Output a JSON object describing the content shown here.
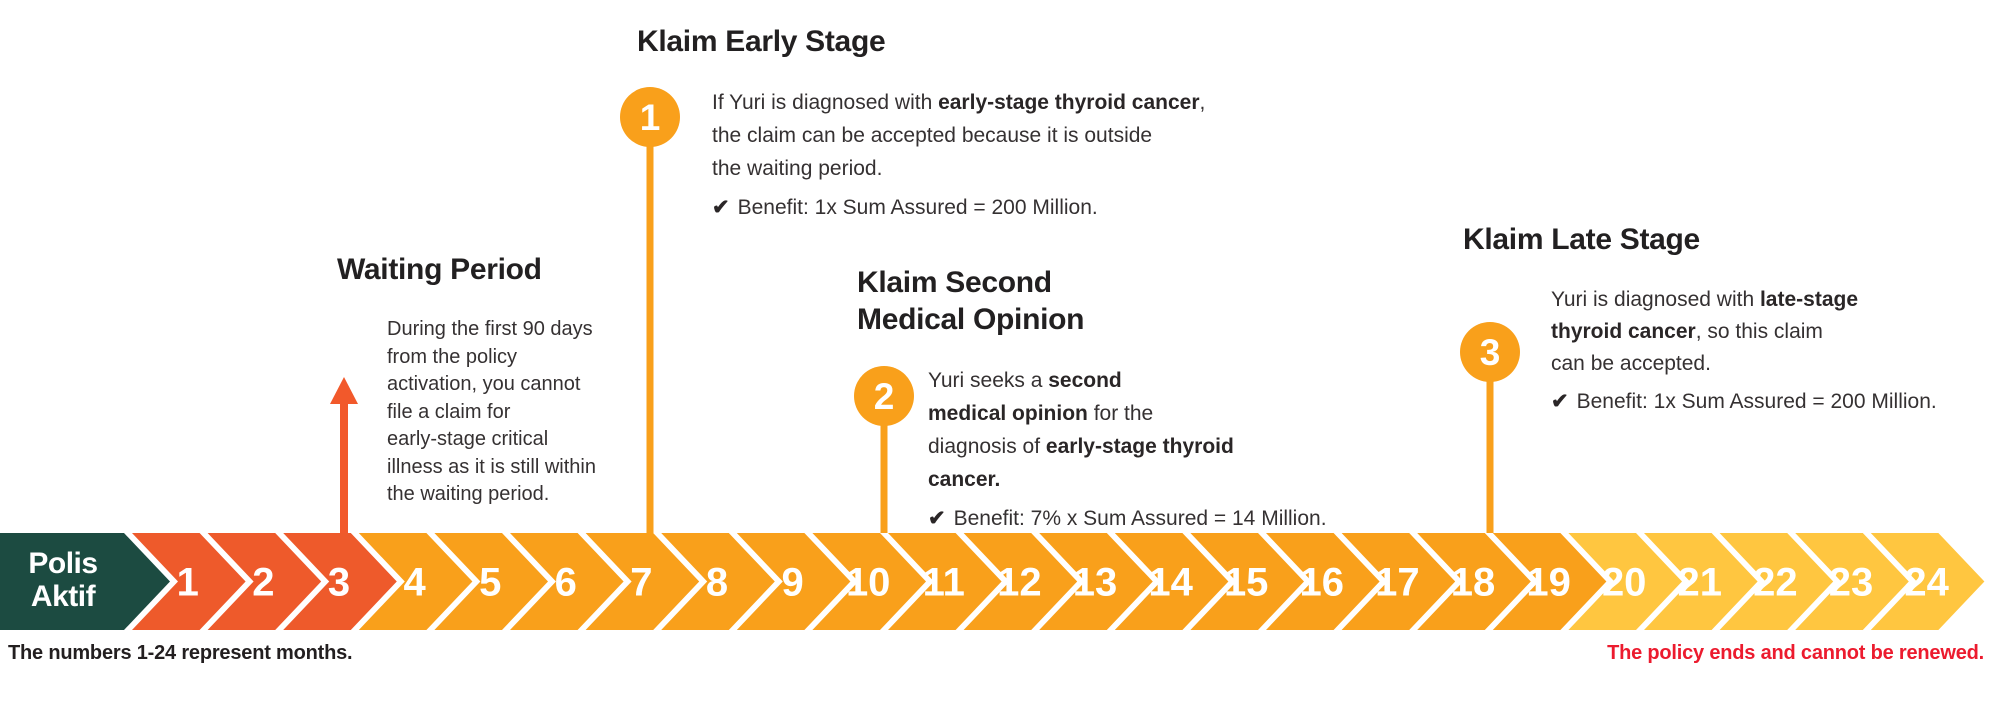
{
  "palette": {
    "start_green": "#1c4b41",
    "waiting_orange": "#ee5a2b",
    "mid_amber": "#f9a01b",
    "late_yellow": "#ffc640",
    "arrow_orange": "#f2592b",
    "stem_amber": "#f9a01b",
    "text_dark": "#2a2627",
    "caption_red": "#ec1b2e",
    "white": "#ffffff"
  },
  "timeline": {
    "start_label_lines": [
      "Polis",
      "Aktif"
    ],
    "months": [
      "1",
      "2",
      "3",
      "4",
      "5",
      "6",
      "7",
      "8",
      "9",
      "10",
      "11",
      "12",
      "13",
      "14",
      "15",
      "16",
      "17",
      "18",
      "19",
      "20",
      "21",
      "22",
      "23",
      "24"
    ],
    "zones": [
      {
        "from": 1,
        "to": 3,
        "name": "waiting-period",
        "color": "#ee5a2b"
      },
      {
        "from": 4,
        "to": 19,
        "name": "active-coverage",
        "color": "#f9a01b"
      },
      {
        "from": 20,
        "to": 24,
        "name": "late-coverage",
        "color": "#ffc640"
      }
    ]
  },
  "captions": {
    "left": "The numbers 1-24 represent months.",
    "right": "The policy ends and cannot be renewed."
  },
  "waiting": {
    "title_lines": [
      "Waiting Period"
    ],
    "lines": [
      "During the first 90 days",
      "from the policy",
      "activation, you cannot",
      "file a claim for",
      "early-stage critical",
      "illness as it is still within",
      "the waiting period."
    ]
  },
  "callouts": [
    {
      "marker": "1",
      "title_lines": [
        "Klaim Early Stage"
      ],
      "lines": [
        [
          {
            "t": "If Yuri is diagnosed with "
          },
          {
            "t": "early-stage thyroid cancer",
            "b": 1
          },
          {
            "t": ","
          }
        ],
        [
          {
            "t": "the claim can be accepted because it is outside"
          }
        ],
        [
          {
            "t": "the waiting period."
          }
        ]
      ],
      "check": "✔",
      "benefit": "Benefit: 1x Sum Assured = 200 Million."
    },
    {
      "marker": "2",
      "title_lines": [
        "Klaim Second",
        "Medical Opinion"
      ],
      "lines": [
        [
          {
            "t": "Yuri seeks a "
          },
          {
            "t": "second",
            "b": 1
          }
        ],
        [
          {
            "t": "medical opinion",
            "b": 1
          },
          {
            "t": " for the"
          }
        ],
        [
          {
            "t": "diagnosis of "
          },
          {
            "t": "early-stage thyroid",
            "b": 1
          }
        ],
        [
          {
            "t": "cancer.",
            "b": 1
          }
        ]
      ],
      "check": "✔",
      "benefit": "Benefit: 7% x Sum Assured = 14 Million."
    },
    {
      "marker": "3",
      "title_lines": [
        "Klaim Late Stage"
      ],
      "lines": [
        [
          {
            "t": "Yuri is diagnosed with "
          },
          {
            "t": "late-stage",
            "b": 1
          }
        ],
        [
          {
            "t": "thyroid cancer",
            "b": 1
          },
          {
            "t": ", so this claim"
          }
        ],
        [
          {
            "t": "can be accepted."
          }
        ]
      ],
      "check": "✔",
      "benefit": "Benefit: 1x Sum Assured = 200 Million."
    }
  ]
}
